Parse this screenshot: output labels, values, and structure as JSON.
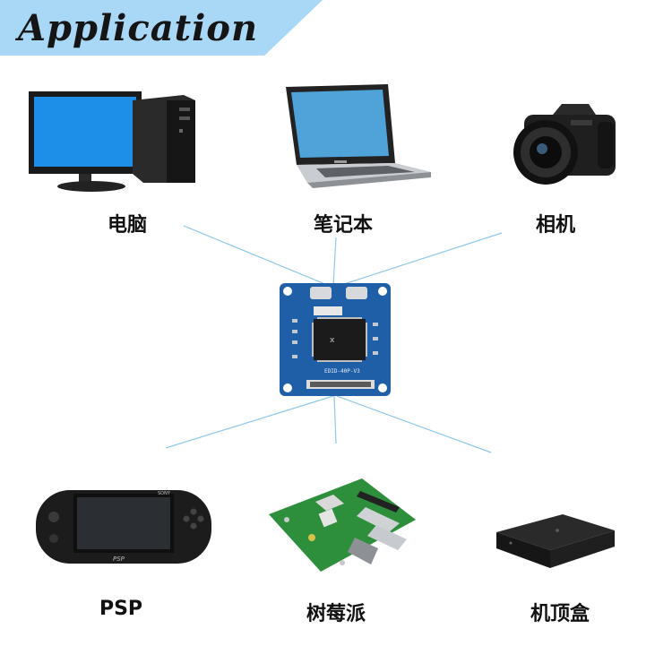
{
  "banner": {
    "title": "Application"
  },
  "devices": {
    "computer": {
      "label": "电脑"
    },
    "laptop": {
      "label": "笔记本"
    },
    "camera": {
      "label": "相机"
    },
    "psp": {
      "label": "PSP",
      "screen_brand": "SONY",
      "logo": "PSP"
    },
    "raspberry_pi": {
      "label": "树莓派"
    },
    "set_top_box": {
      "label": "机顶盒"
    }
  },
  "center_board": {
    "silkscreen": "EDID-40P-V3"
  },
  "colors": {
    "banner": "#a9d8f7",
    "connector_lines": "#8ec7ea",
    "pcb": "#1f5fa8"
  }
}
